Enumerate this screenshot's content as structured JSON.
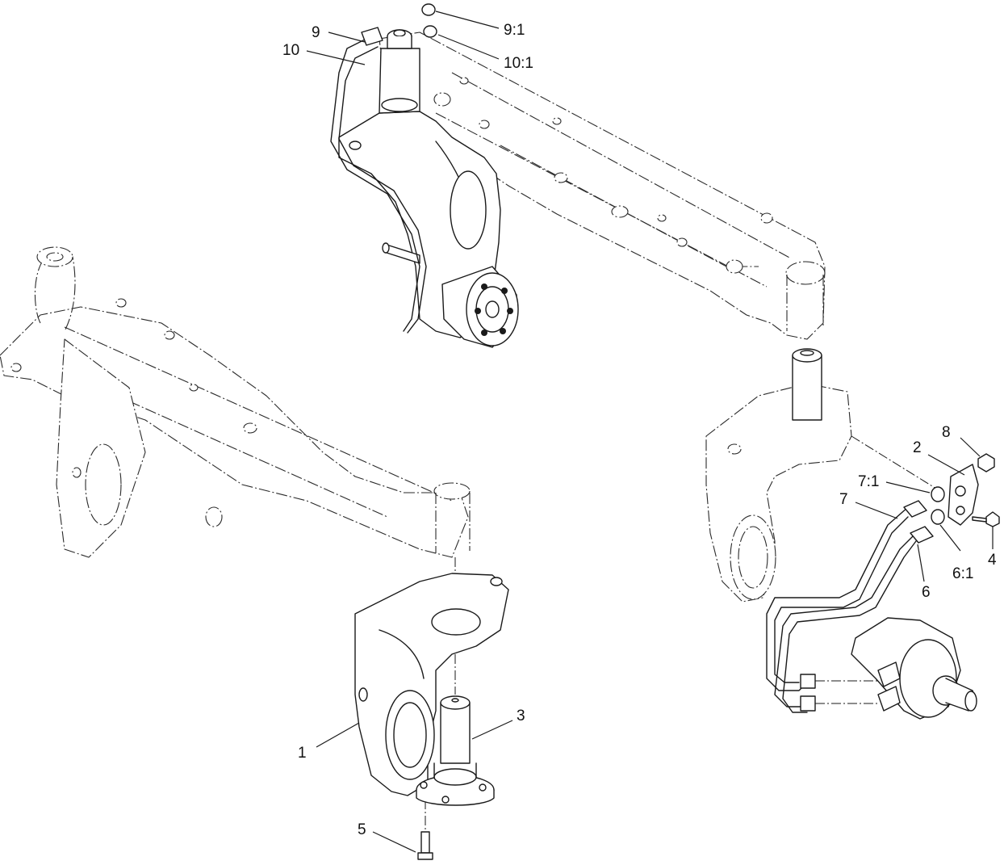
{
  "callouts": [
    {
      "id": "c1",
      "label": "1"
    },
    {
      "id": "c2",
      "label": "2"
    },
    {
      "id": "c3",
      "label": "3"
    },
    {
      "id": "c4",
      "label": "4"
    },
    {
      "id": "c5",
      "label": "5"
    },
    {
      "id": "c6",
      "label": "6"
    },
    {
      "id": "c6_1",
      "label": "6:1"
    },
    {
      "id": "c7",
      "label": "7"
    },
    {
      "id": "c7_1",
      "label": "7:1"
    },
    {
      "id": "c8",
      "label": "8"
    },
    {
      "id": "c9",
      "label": "9"
    },
    {
      "id": "c9_1",
      "label": "9:1"
    },
    {
      "id": "c10",
      "label": "10"
    },
    {
      "id": "c10_1",
      "label": "10:1"
    }
  ]
}
